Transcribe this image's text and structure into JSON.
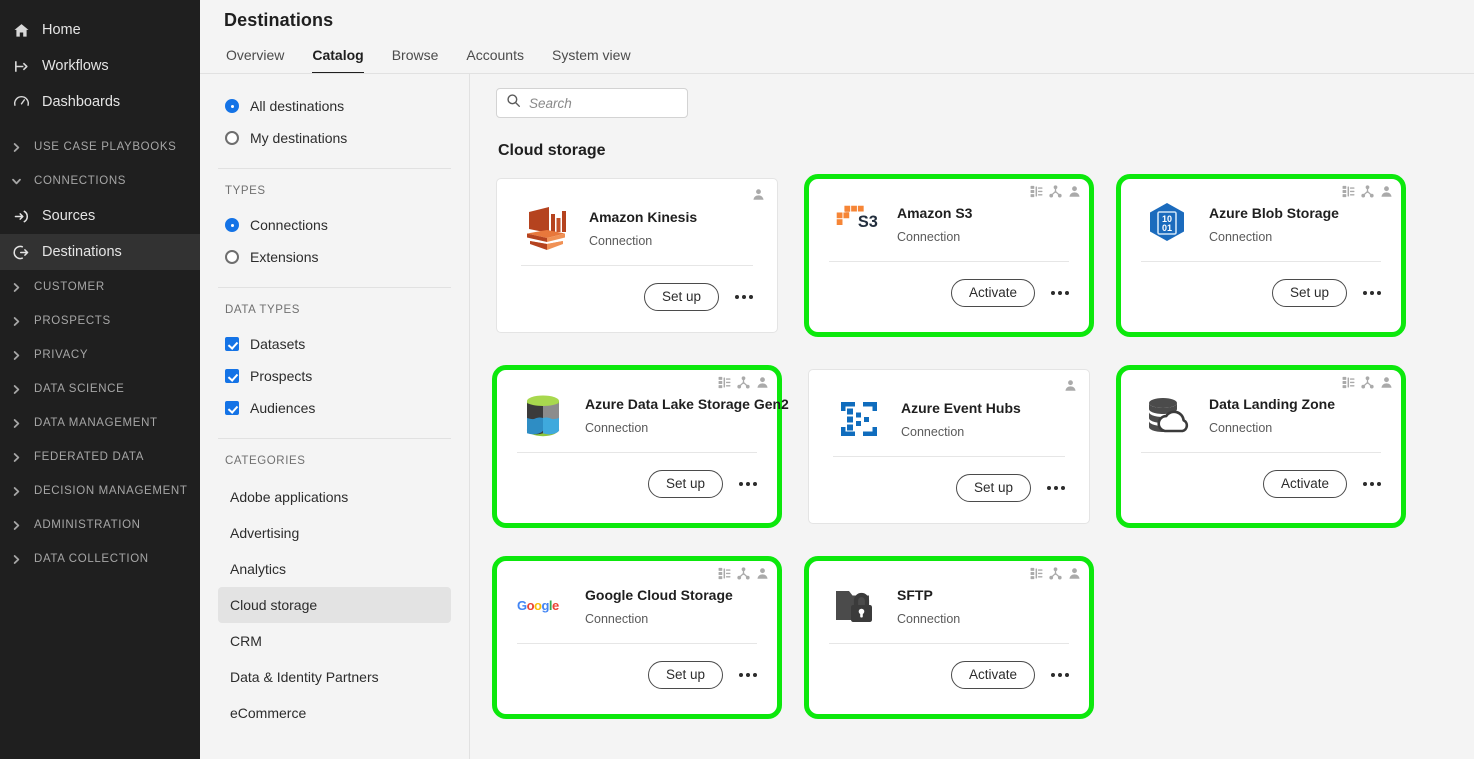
{
  "left_nav": {
    "primary": [
      {
        "label": "Home",
        "icon": "home-icon"
      },
      {
        "label": "Workflows",
        "icon": "workflows-icon"
      },
      {
        "label": "Dashboards",
        "icon": "dashboards-icon"
      }
    ],
    "sections": [
      {
        "label": "Use case playbooks",
        "expanded": false
      },
      {
        "label": "Connections",
        "expanded": true
      },
      {
        "label": "Customer",
        "expanded": false
      },
      {
        "label": "Prospects",
        "expanded": false
      },
      {
        "label": "Privacy",
        "expanded": false
      },
      {
        "label": "Data science",
        "expanded": false
      },
      {
        "label": "Data management",
        "expanded": false
      },
      {
        "label": "Federated data",
        "expanded": false
      },
      {
        "label": "Decision management",
        "expanded": false
      },
      {
        "label": "Administration",
        "expanded": false
      },
      {
        "label": "Data collection",
        "expanded": false
      }
    ],
    "connections_children": [
      {
        "label": "Sources",
        "icon": "sources-icon",
        "active": false
      },
      {
        "label": "Destinations",
        "icon": "destinations-icon",
        "active": true
      }
    ]
  },
  "header": {
    "title": "Destinations",
    "tabs": [
      {
        "label": "Overview",
        "active": false
      },
      {
        "label": "Catalog",
        "active": true
      },
      {
        "label": "Browse",
        "active": false
      },
      {
        "label": "Accounts",
        "active": false
      },
      {
        "label": "System view",
        "active": false
      }
    ]
  },
  "rail": {
    "scope": {
      "options": [
        {
          "label": "All destinations",
          "selected": true
        },
        {
          "label": "My destinations",
          "selected": false
        }
      ]
    },
    "types": {
      "heading": "TYPES",
      "options": [
        {
          "label": "Connections",
          "selected": true
        },
        {
          "label": "Extensions",
          "selected": false
        }
      ]
    },
    "data_types": {
      "heading": "DATA TYPES",
      "options": [
        {
          "label": "Datasets",
          "checked": true
        },
        {
          "label": "Prospects",
          "checked": true
        },
        {
          "label": "Audiences",
          "checked": true
        }
      ]
    },
    "categories": {
      "heading": "CATEGORIES",
      "items": [
        {
          "label": "Adobe applications",
          "active": false
        },
        {
          "label": "Advertising",
          "active": false
        },
        {
          "label": "Analytics",
          "active": false
        },
        {
          "label": "Cloud storage",
          "active": true
        },
        {
          "label": "CRM",
          "active": false
        },
        {
          "label": "Data & Identity Partners",
          "active": false
        },
        {
          "label": "eCommerce",
          "active": false
        }
      ]
    }
  },
  "search": {
    "placeholder": "Search",
    "value": "",
    "icon": "search-icon"
  },
  "catalog": {
    "section_title": "Cloud storage",
    "cards": [
      {
        "name": "Amazon Kinesis",
        "type": "Connection",
        "action": "Set up",
        "logo": "amazon-kinesis-logo",
        "highlighted": false,
        "badges": [
          "person-icon"
        ]
      },
      {
        "name": "Amazon S3",
        "type": "Connection",
        "action": "Activate",
        "logo": "amazon-s3-logo",
        "highlighted": true,
        "badges": [
          "dataset-icon",
          "segment-icon",
          "person-icon"
        ]
      },
      {
        "name": "Azure Blob Storage",
        "type": "Connection",
        "action": "Set up",
        "logo": "azure-blob-storage-logo",
        "highlighted": true,
        "badges": [
          "dataset-icon",
          "segment-icon",
          "person-icon"
        ]
      },
      {
        "name": "Azure Data Lake Storage Gen2",
        "type": "Connection",
        "action": "Set up",
        "logo": "azure-data-lake-logo",
        "highlighted": true,
        "badges": [
          "dataset-icon",
          "segment-icon",
          "person-icon"
        ]
      },
      {
        "name": "Azure Event Hubs",
        "type": "Connection",
        "action": "Set up",
        "logo": "azure-event-hubs-logo",
        "highlighted": false,
        "badges": [
          "person-icon"
        ]
      },
      {
        "name": "Data Landing Zone",
        "type": "Connection",
        "action": "Activate",
        "logo": "data-landing-zone-logo",
        "highlighted": true,
        "badges": [
          "dataset-icon",
          "segment-icon",
          "person-icon"
        ]
      },
      {
        "name": "Google Cloud Storage",
        "type": "Connection",
        "action": "Set up",
        "logo": "google-cloud-storage-logo",
        "highlighted": true,
        "badges": [
          "dataset-icon",
          "segment-icon",
          "person-icon"
        ]
      },
      {
        "name": "SFTP",
        "type": "Connection",
        "action": "Activate",
        "logo": "sftp-logo",
        "highlighted": true,
        "badges": [
          "dataset-icon",
          "segment-icon",
          "person-icon"
        ]
      }
    ]
  },
  "colors": {
    "highlight_green": "#0ce80c",
    "accent_blue": "#1473e6",
    "nav_background": "#1f1f1f",
    "page_background": "#f4f4f4"
  }
}
